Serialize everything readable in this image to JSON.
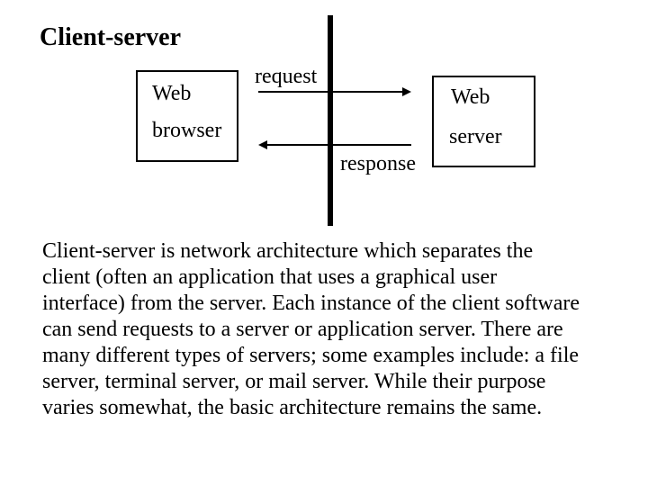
{
  "theme": {
    "background": "#ffffff",
    "foreground": "#000000"
  },
  "title": "Client-server",
  "diagram": {
    "client_box": {
      "lines": [
        "Web",
        "browser"
      ]
    },
    "server_box": {
      "lines": [
        "Web",
        "server"
      ]
    },
    "request_label": "request",
    "response_label": "response"
  },
  "paragraph": {
    "lines": [
      "Client-server is network architecture which separates the",
      "client (often an application that uses a graphical user",
      "interface) from the server. Each instance of the client software",
      "can send requests to a server or application server. There are",
      "many different types of servers; some examples include: a file",
      "server, terminal server, or mail server. While their purpose",
      "varies somewhat, the basic architecture remains the same."
    ]
  }
}
